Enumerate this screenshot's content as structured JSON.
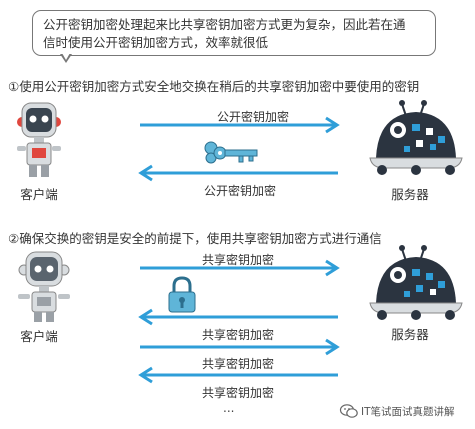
{
  "callout": {
    "line1": "公开密钥加密处理起来比共享密钥加密方式更为复杂，因此若在通",
    "line2": "信时使用公开密钥加密方式，效率就很低"
  },
  "steps": [
    {
      "heading": "①使用公开密钥加密方式安全地交换在稍后的共享密钥加密中要使用的密钥",
      "arrows": [
        {
          "label": "公开密钥加密",
          "direction": "right"
        },
        {
          "label": "公开密钥加密",
          "direction": "left"
        }
      ],
      "token": "key-icon"
    },
    {
      "heading": "②确保交换的密钥是安全的前提下，使用共享密钥加密方式进行通信",
      "arrows": [
        {
          "label": "共享密钥加密",
          "direction": "right"
        },
        {
          "label": "共享密钥加密",
          "direction": "left"
        },
        {
          "label": "共享密钥加密",
          "direction": "right"
        },
        {
          "label": "共享密钥加密",
          "direction": "left"
        }
      ],
      "token": "padlock-icon",
      "ellipsis": "..."
    }
  ],
  "nodes": {
    "client": "客户端",
    "server": "服务器"
  },
  "watermark": "IT笔试面试真题讲解",
  "colors": {
    "arrow": "#2f9ed8",
    "robot_body": "#d9dde0",
    "robot_red": "#e0473e",
    "server_dark": "#2b3440",
    "server_blue": "#2f9ed8",
    "key_blue": "#5fb5d8"
  }
}
